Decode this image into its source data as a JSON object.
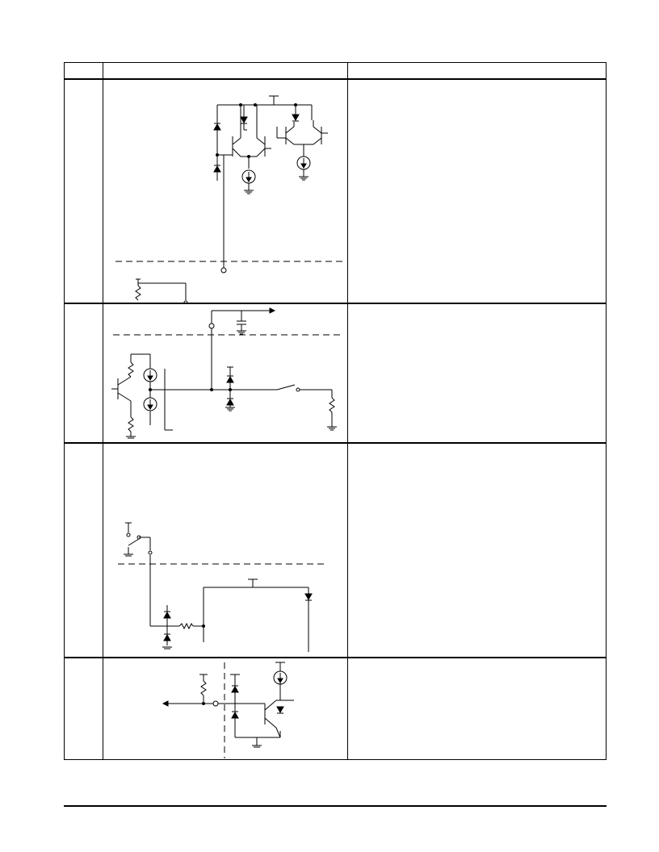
{
  "header": {
    "col1": "",
    "col2": "",
    "col3": ""
  },
  "rows": [
    {
      "id": "row-1",
      "label": "",
      "description": ""
    },
    {
      "id": "row-2",
      "label": "",
      "description": ""
    },
    {
      "id": "row-3",
      "label": "",
      "description": ""
    },
    {
      "id": "row-4",
      "label": "",
      "description": ""
    }
  ],
  "footer": {
    "text": ""
  }
}
